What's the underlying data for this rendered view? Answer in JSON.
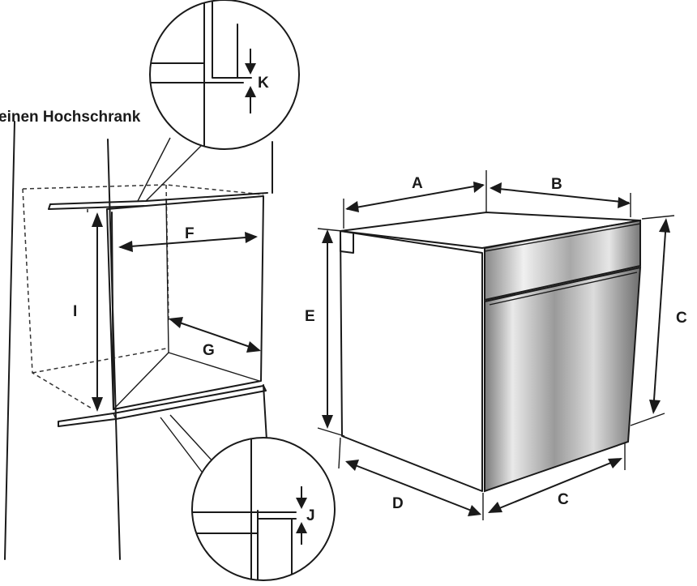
{
  "caption": "einen Hochschrank",
  "labels": {
    "A": "A",
    "B": "B",
    "C_height": "C",
    "C_depth": "C",
    "D": "D",
    "E": "E",
    "F": "F",
    "G": "G",
    "I": "I",
    "J": "J",
    "K": "K"
  },
  "colors": {
    "ink": "#1a1a1a",
    "metal_light": "#f2f2f2",
    "metal_dark": "#8c8c8c",
    "background": "#ffffff"
  }
}
